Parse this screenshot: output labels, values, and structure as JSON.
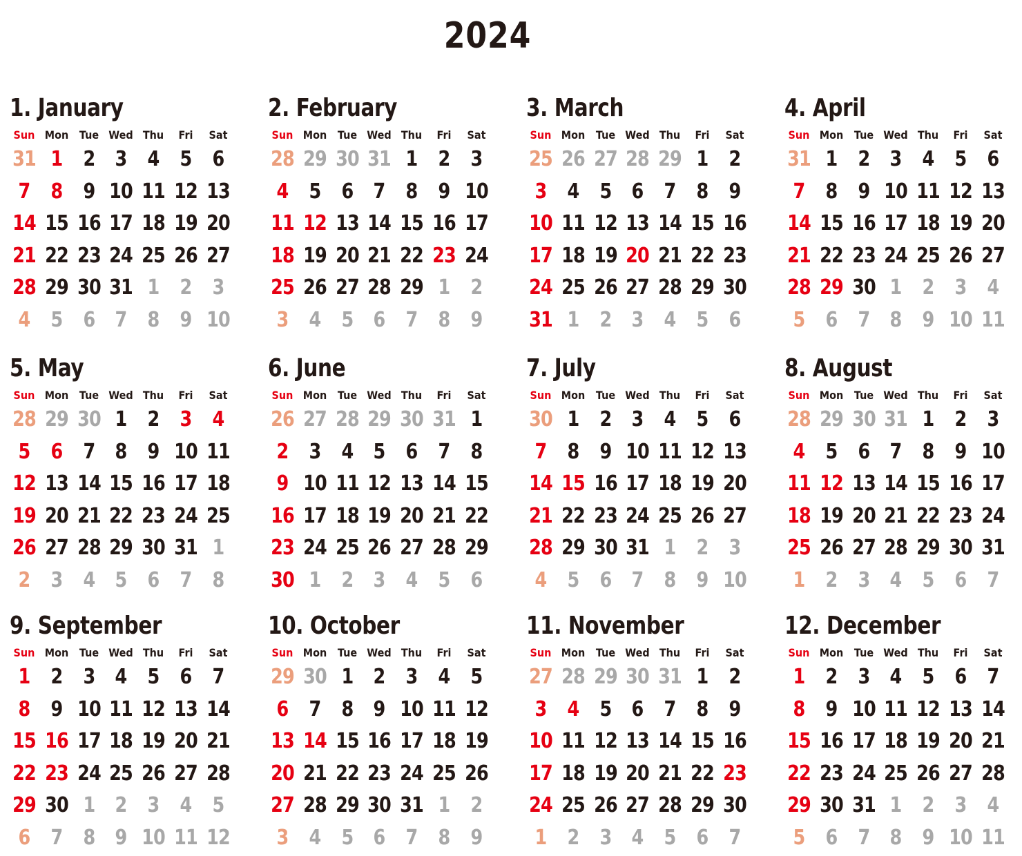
{
  "year_title": "2024",
  "colors": {
    "text": "#231815",
    "holiday": "#e60012",
    "other": "#a8a8a8",
    "other_sunday": "#eb9e7c"
  },
  "weekdays": [
    "Sun",
    "Mon",
    "Tue",
    "Wed",
    "Thu",
    "Fri",
    "Sat"
  ],
  "months": [
    {
      "title": "1. January",
      "start": 1,
      "days": 31,
      "prev_days": 31,
      "red": [
        1,
        8
      ]
    },
    {
      "title": "2. February",
      "start": 4,
      "days": 29,
      "prev_days": 31,
      "red": [
        11,
        12,
        23
      ]
    },
    {
      "title": "3. March",
      "start": 5,
      "days": 31,
      "prev_days": 29,
      "red": [
        20
      ]
    },
    {
      "title": "4. April",
      "start": 1,
      "days": 30,
      "prev_days": 31,
      "red": [
        29
      ]
    },
    {
      "title": "5. May",
      "start": 3,
      "days": 31,
      "prev_days": 30,
      "red": [
        3,
        4,
        6
      ]
    },
    {
      "title": "6. June",
      "start": 6,
      "days": 30,
      "prev_days": 31,
      "red": []
    },
    {
      "title": "7. July",
      "start": 1,
      "days": 31,
      "prev_days": 30,
      "red": [
        15
      ]
    },
    {
      "title": "8. August",
      "start": 4,
      "days": 31,
      "prev_days": 31,
      "red": [
        12
      ]
    },
    {
      "title": "9. September",
      "start": 0,
      "days": 30,
      "prev_days": 31,
      "red": [
        16,
        23
      ]
    },
    {
      "title": "10. October",
      "start": 2,
      "days": 31,
      "prev_days": 30,
      "red": [
        14
      ]
    },
    {
      "title": "11. November",
      "start": 5,
      "days": 30,
      "prev_days": 31,
      "red": [
        4,
        23
      ]
    },
    {
      "title": "12. December",
      "start": 0,
      "days": 31,
      "prev_days": 30,
      "red": []
    }
  ]
}
